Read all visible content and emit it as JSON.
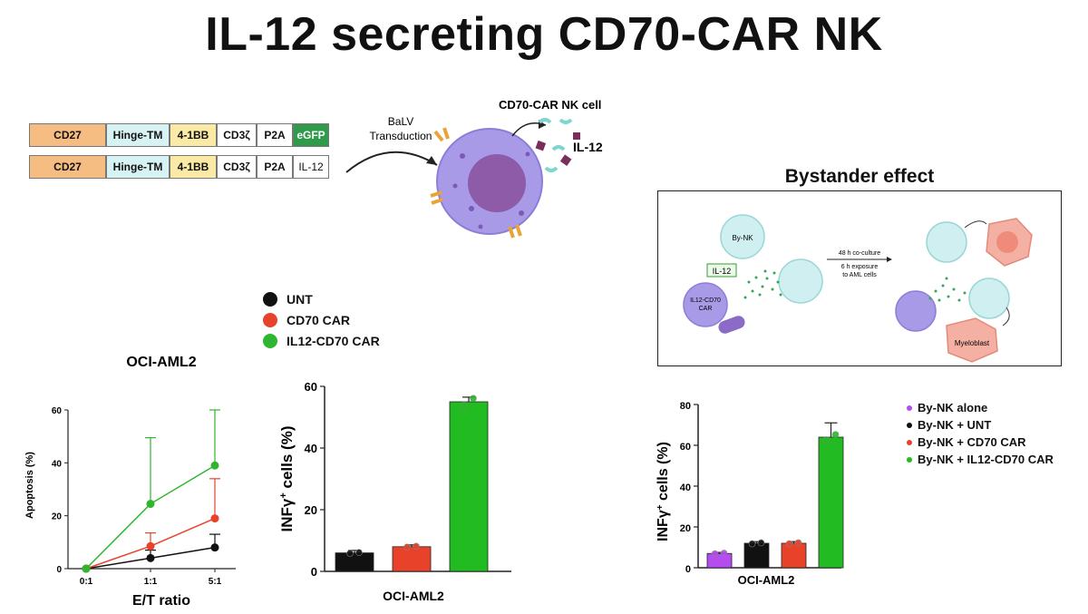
{
  "title": "IL-12 secreting CD70-CAR NK",
  "constructs": [
    {
      "segments": [
        {
          "label": "CD27",
          "fill": "#f6bd83"
        },
        {
          "label": "Hinge-TM",
          "fill": "#d6f2f2"
        },
        {
          "label": "4-1BB",
          "fill": "#fbe9a6"
        },
        {
          "label": "CD3ζ",
          "fill": "#ffffff"
        },
        {
          "label": "P2A",
          "fill": "#ffffff"
        },
        {
          "label": "eGFP",
          "fill": "#2e9a4a"
        }
      ]
    },
    {
      "segments": [
        {
          "label": "CD27",
          "fill": "#f6bd83"
        },
        {
          "label": "Hinge-TM",
          "fill": "#d6f2f2"
        },
        {
          "label": "4-1BB",
          "fill": "#fbe9a6"
        },
        {
          "label": "CD3ζ",
          "fill": "#ffffff"
        },
        {
          "label": "P2A",
          "fill": "#ffffff"
        },
        {
          "label": "IL-12",
          "fill": "#ffffff"
        }
      ]
    }
  ],
  "transduction": {
    "line1": "BaLV",
    "line2": "Transduction"
  },
  "nk_cell": {
    "title": "CD70-CAR NK cell",
    "cytokine_label": "IL-12"
  },
  "bystander": {
    "title": "Bystander effect",
    "il12_label": "IL-12",
    "by_nk_label": "By-NK",
    "car_label_1": "IL12-CD70",
    "car_label_2": "CAR",
    "step1": "48 h co-culture",
    "step2": "6 h exposure",
    "step3": "to AML cells",
    "myeloblast_label": "Myeloblast"
  },
  "legend_main": [
    {
      "label": "UNT",
      "color": "#111111"
    },
    {
      "label": "CD70 CAR",
      "color": "#e8432a"
    },
    {
      "label": "IL12-CD70 CAR",
      "color": "#2fb52f"
    }
  ],
  "chart_data": [
    {
      "type": "line",
      "title": "OCI-AML2",
      "xlabel": "E/T ratio",
      "ylabel": "Apoptosis (%)",
      "categories": [
        "0:1",
        "1:1",
        "5:1"
      ],
      "ylim": [
        0,
        60
      ],
      "yticks": [
        "0",
        "20",
        "40",
        "60"
      ],
      "series": [
        {
          "name": "UNT",
          "color": "#111111",
          "values": [
            0,
            4,
            8
          ],
          "errors": [
            0,
            3,
            5
          ]
        },
        {
          "name": "CD70 CAR",
          "color": "#e8432a",
          "values": [
            0,
            8.5,
            19
          ],
          "errors": [
            0,
            5,
            15
          ]
        },
        {
          "name": "IL12-CD70 CAR",
          "color": "#2fb52f",
          "values": [
            0,
            24.5,
            39
          ],
          "errors": [
            0,
            25,
            21
          ]
        }
      ]
    },
    {
      "type": "bar",
      "xlabel": "OCI-AML2",
      "ylabel_main": "INFγ",
      "ylabel_sup": "+",
      "ylabel_rest": " cells (%)",
      "ylim": [
        0,
        60
      ],
      "yticks": [
        "0",
        "20",
        "40",
        "60"
      ],
      "series": [
        {
          "name": "UNT",
          "color": "#111111",
          "value": 6,
          "error": 0.8
        },
        {
          "name": "CD70 CAR",
          "color": "#e8432a",
          "value": 8,
          "error": 0.6
        },
        {
          "name": "IL12-CD70 CAR",
          "color": "#22bb22",
          "value": 55,
          "error": 1.5
        }
      ]
    },
    {
      "type": "bar",
      "xlabel": "OCI-AML2",
      "ylabel_main": "INFγ",
      "ylabel_sup": "+",
      "ylabel_rest": " cells (%)",
      "ylim": [
        0,
        80
      ],
      "yticks": [
        "0",
        "20",
        "40",
        "60",
        "80"
      ],
      "series": [
        {
          "name": "By-NK alone",
          "color": "#b44cf0",
          "value": 7,
          "error": 0.5
        },
        {
          "name": "By-NK + UNT",
          "color": "#111111",
          "value": 12,
          "error": 0.8
        },
        {
          "name": "By-NK + CD70 CAR",
          "color": "#e8432a",
          "value": 12,
          "error": 0.8
        },
        {
          "name": "By-NK + IL12-CD70 CAR",
          "color": "#22bb22",
          "value": 64,
          "error": 7
        }
      ]
    }
  ]
}
